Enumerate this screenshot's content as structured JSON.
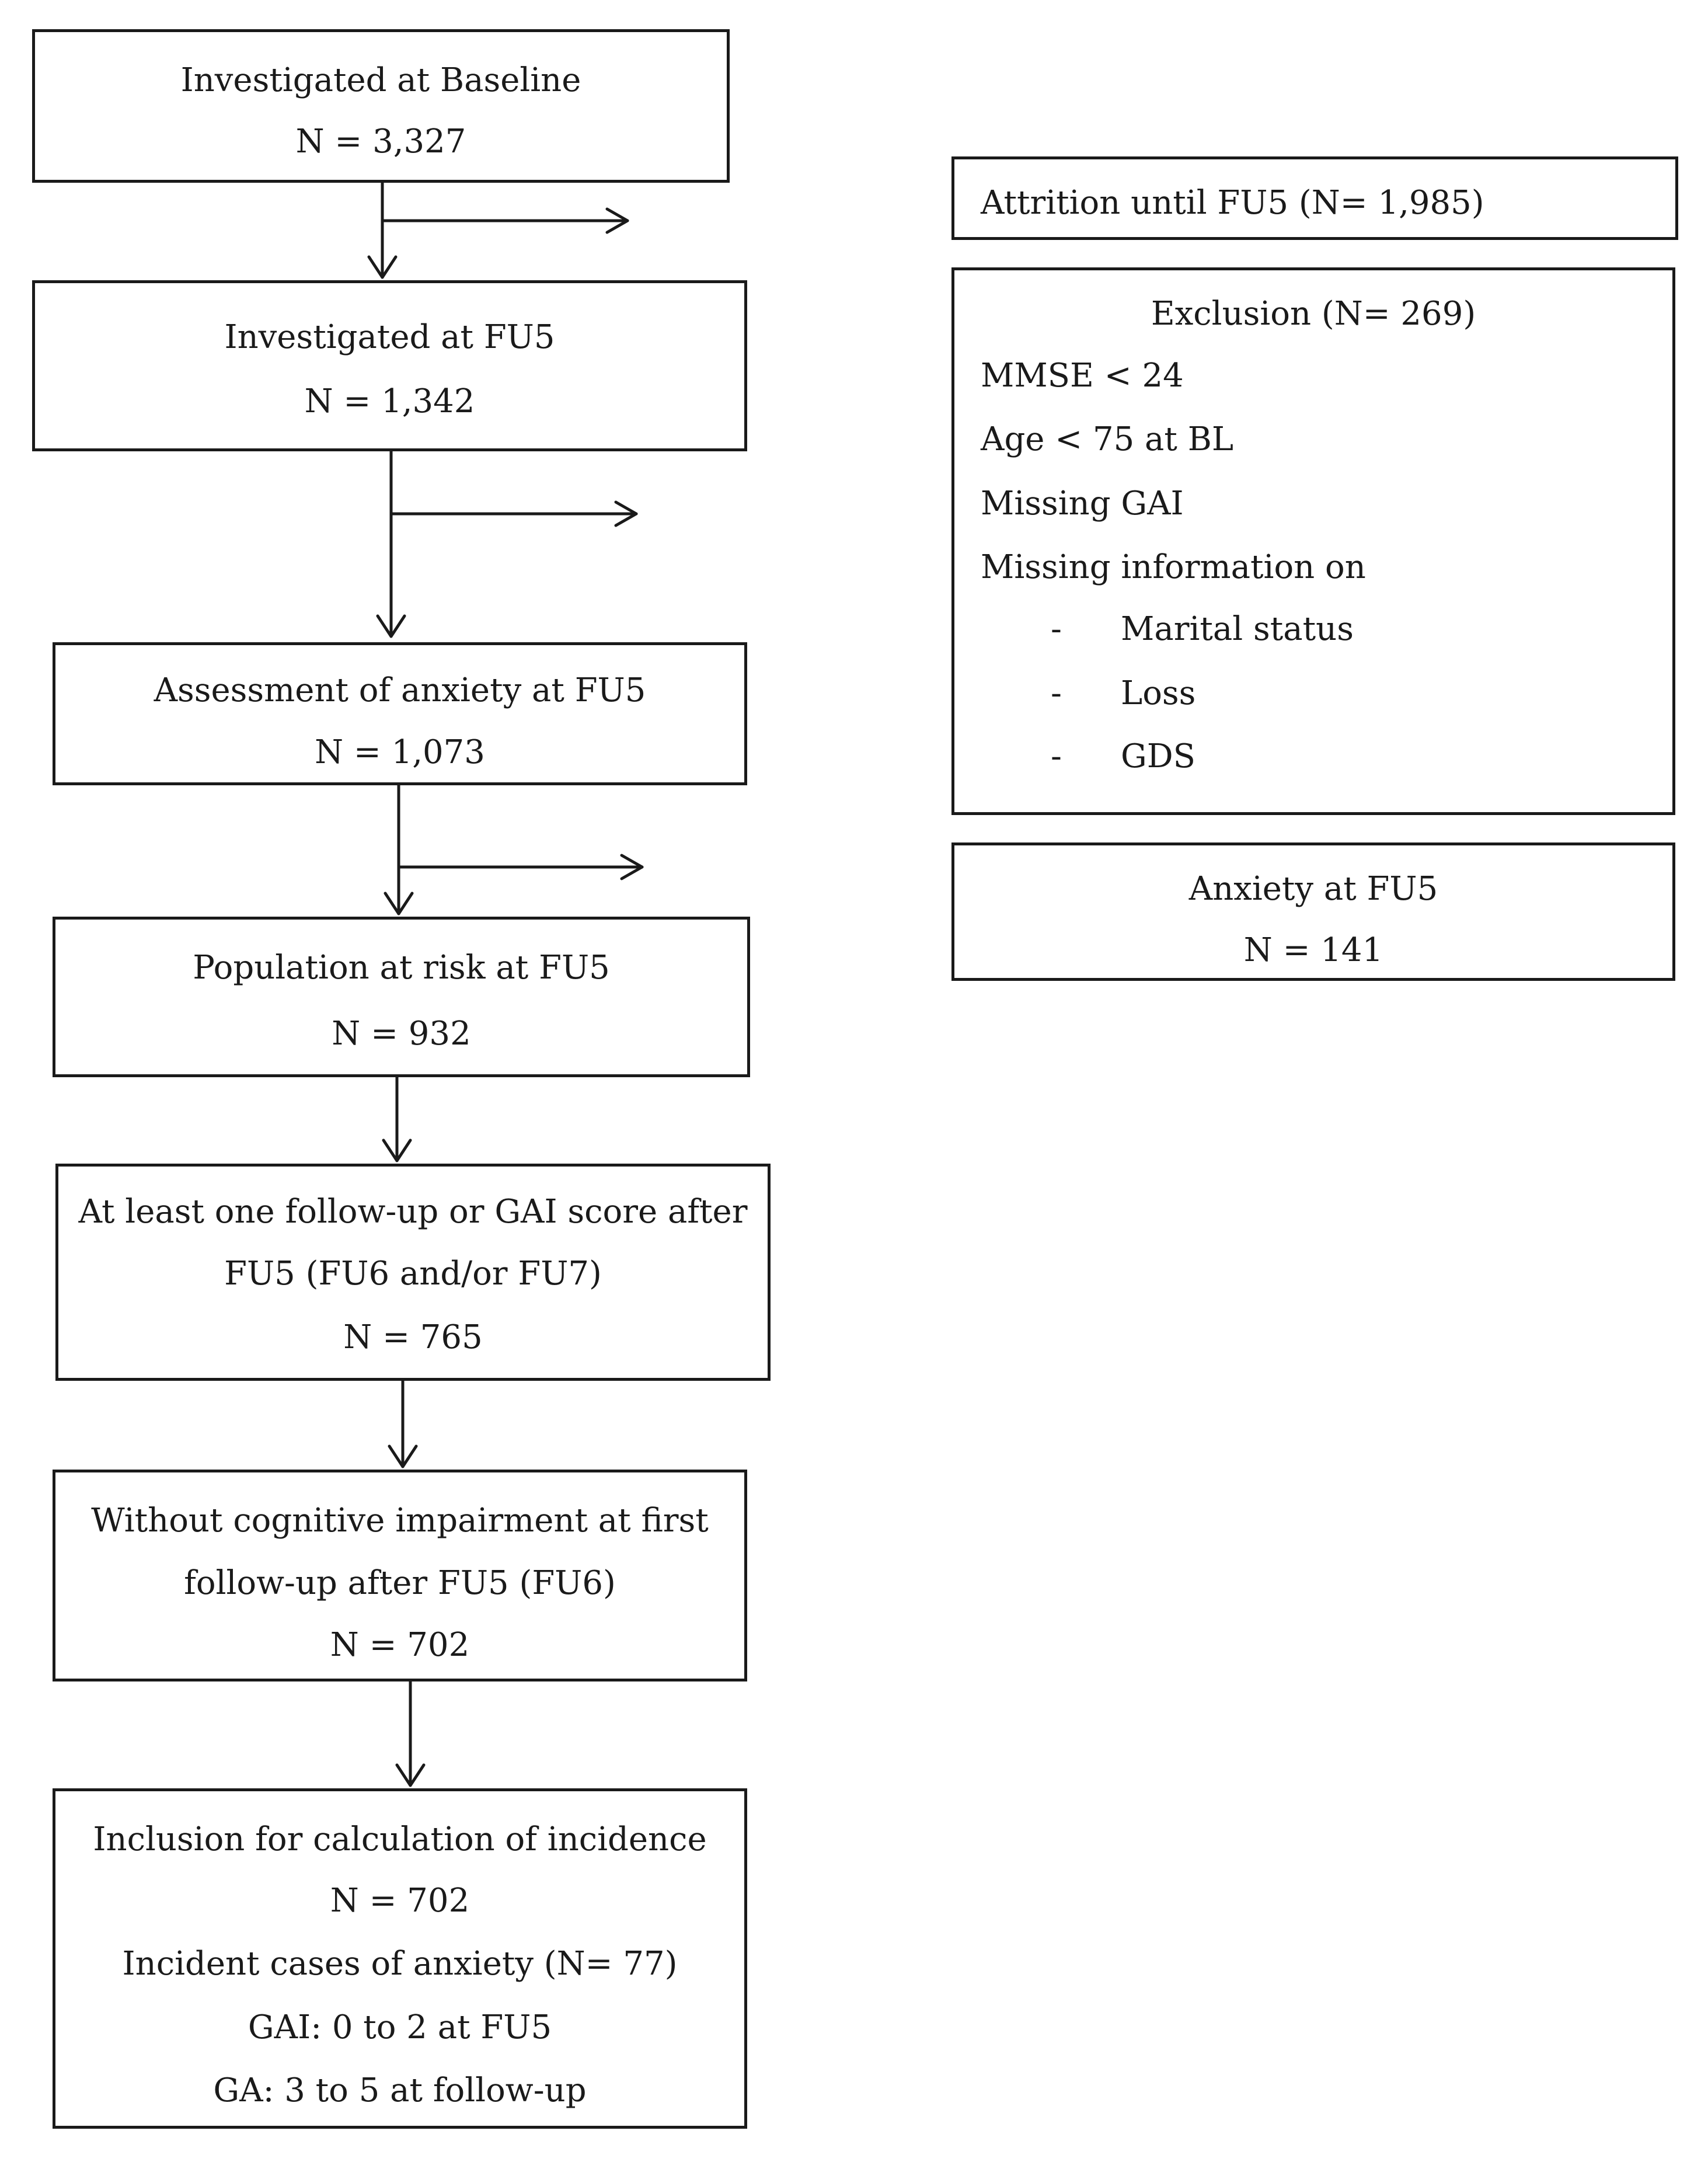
{
  "flow": {
    "baseline": {
      "title": "Investigated at Baseline",
      "n": "N = 3,327"
    },
    "fu5": {
      "title": "Investigated at FU5",
      "n": "N = 1,342"
    },
    "anxiety_assessment": {
      "title": "Assessment of anxiety at FU5",
      "n": "N = 1,073"
    },
    "at_risk": {
      "title": "Population at risk at FU5",
      "n": "N = 932"
    },
    "followup": {
      "line1": "At least one follow-up or GAI score after",
      "line2": "FU5 (FU6 and/or FU7)",
      "n": "N = 765"
    },
    "no_cognitive": {
      "line1": "Without cognitive impairment at first",
      "line2": "follow-up after FU5 (FU6)",
      "n": "N = 702"
    },
    "inclusion": {
      "line1": "Inclusion for calculation of incidence",
      "n": "N = 702",
      "line3": "Incident cases of anxiety (N= 77)",
      "line4": "GAI: 0 to 2 at FU5",
      "line5": "GA: 3 to 5 at follow-up"
    }
  },
  "side": {
    "attrition": "Attrition until FU5 (N= 1,985)",
    "exclusion": {
      "title": "Exclusion (N= 269)",
      "mmse": "MMSE < 24",
      "age": "Age < 75 at BL",
      "gai": "Missing GAI",
      "missing_info": "Missing information on",
      "bullet": "-",
      "sub_items": [
        "Marital status",
        "Loss",
        "GDS"
      ]
    },
    "anxiety": {
      "title": "Anxiety at FU5",
      "n": "N = 141"
    }
  },
  "colors": {
    "line": "#1a1a1a",
    "background": "#ffffff"
  }
}
